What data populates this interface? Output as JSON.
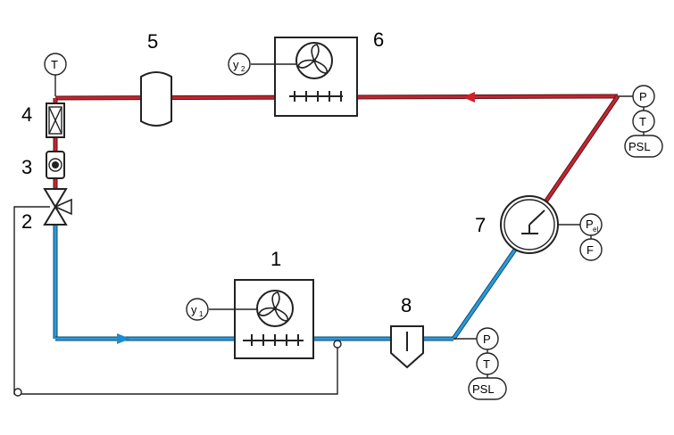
{
  "components": {
    "evaporator": {
      "number": "1",
      "sensor": "y",
      "sensor_sub": "1"
    },
    "expansion_valve": {
      "number": "2"
    },
    "sight_glass": {
      "number": "3"
    },
    "filter_drier": {
      "number": "4",
      "sensor": "T"
    },
    "receiver": {
      "number": "5"
    },
    "condenser": {
      "number": "6",
      "sensor": "y",
      "sensor_sub": "2"
    },
    "compressor": {
      "number": "7",
      "sensors": [
        "P",
        "F"
      ],
      "power_sub": "el"
    },
    "accumulator": {
      "number": "8"
    }
  },
  "measurement_points": {
    "discharge": [
      "P",
      "T",
      "PSL"
    ],
    "suction": [
      "P",
      "T",
      "PSL"
    ]
  },
  "colors": {
    "high_pressure_line": "#b8202a",
    "low_pressure_line": "#2a8fd0",
    "outline": "#222222"
  }
}
